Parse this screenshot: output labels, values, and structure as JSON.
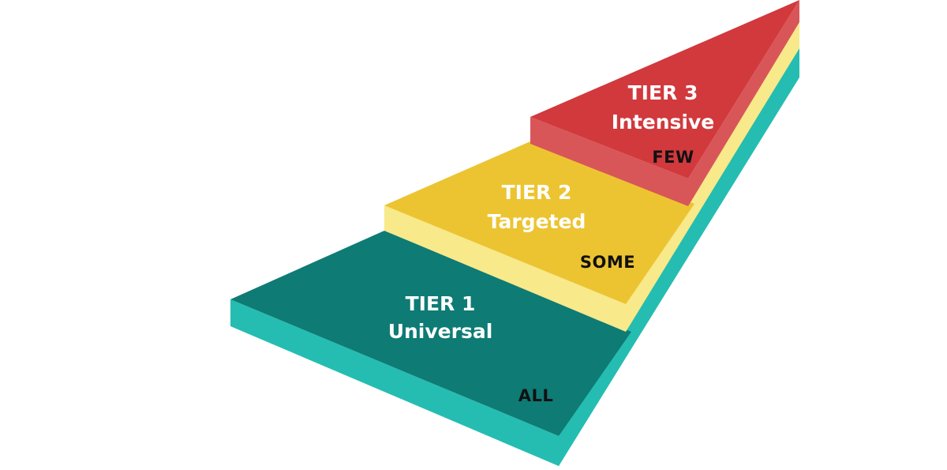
{
  "tiers": [
    {
      "id": "tier-1",
      "title": "TIER 1",
      "subtitle": "Universal",
      "audience": "ALL",
      "colors": {
        "top": "#0e7b75",
        "side": "#25bdb1",
        "title_text": "#ffffff",
        "audience_text": "#111111"
      }
    },
    {
      "id": "tier-2",
      "title": "TIER 2",
      "subtitle": "Targeted",
      "audience": "SOME",
      "colors": {
        "top": "#ecc431",
        "side": "#f8e98a",
        "title_text": "#ffffff",
        "audience_text": "#111111"
      }
    },
    {
      "id": "tier-3",
      "title": "TIER 3",
      "subtitle": "Intensive",
      "audience": "FEW",
      "colors": {
        "top": "#d1393d",
        "side": "#d85658",
        "title_text": "#ffffff",
        "audience_text": "#111111"
      }
    }
  ]
}
